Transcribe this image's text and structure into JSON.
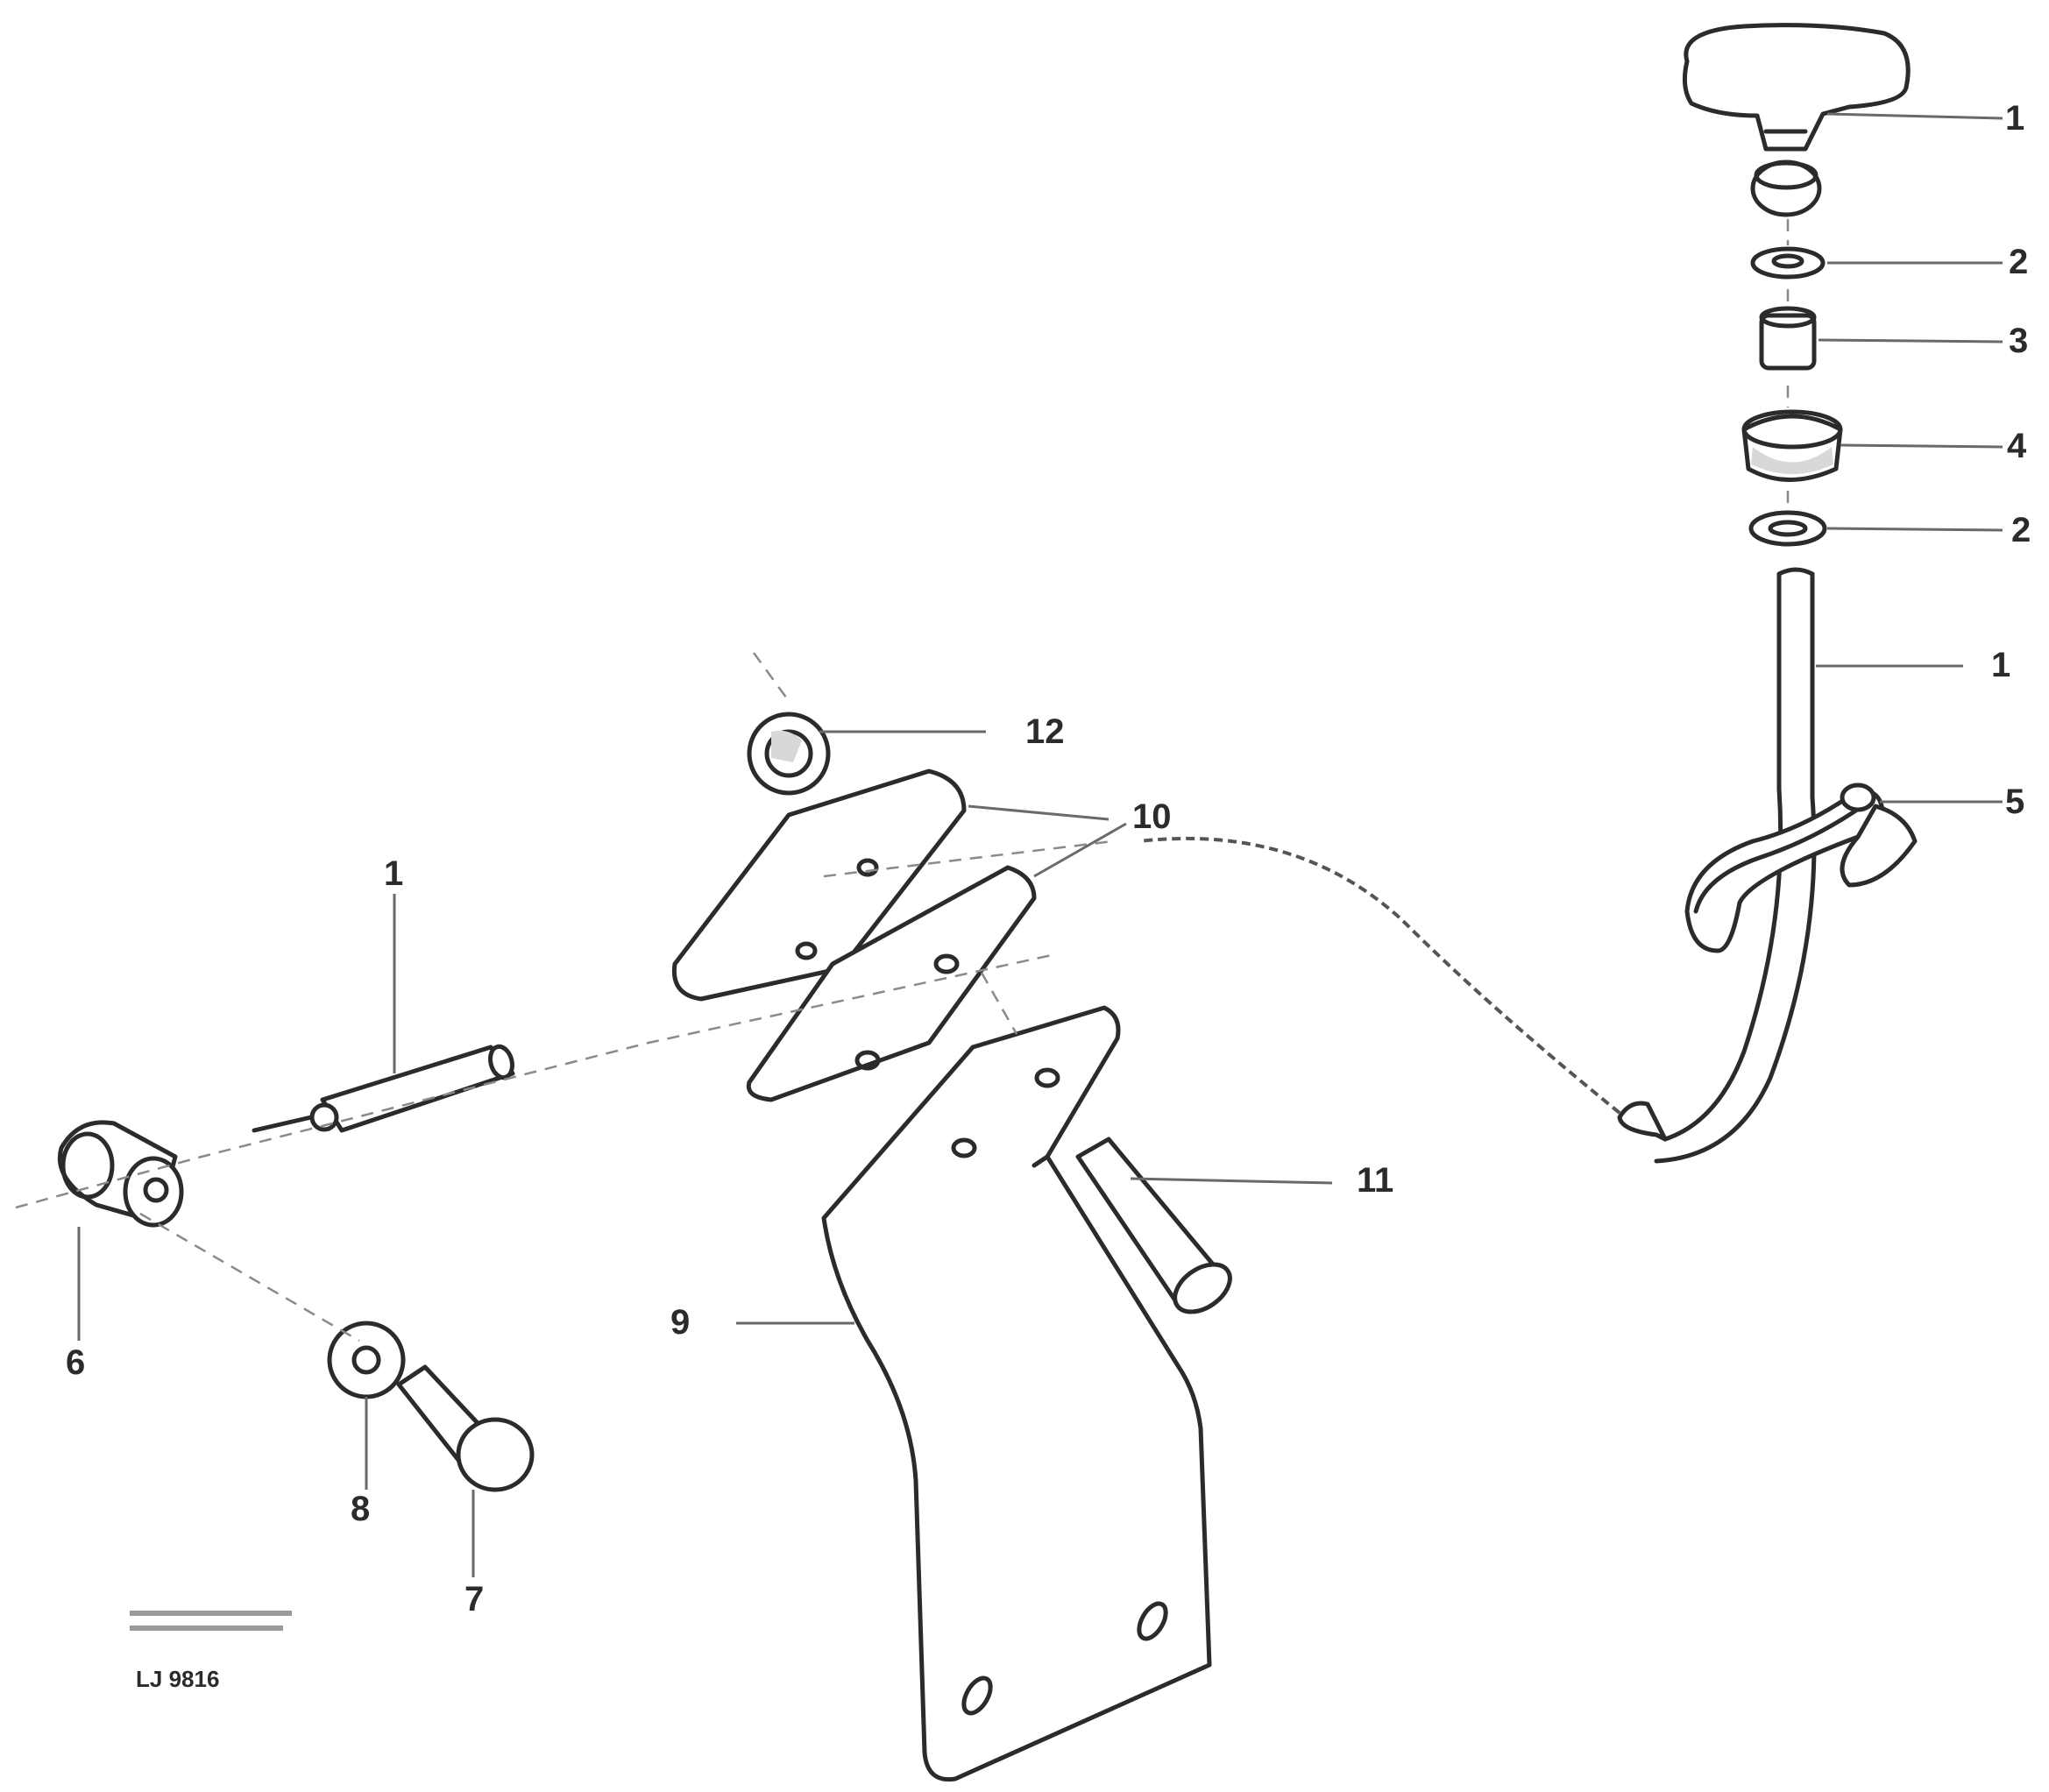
{
  "callouts": {
    "c1_top": "1",
    "c2_top": "2",
    "c3": "3",
    "c4": "4",
    "c2_lower": "2",
    "c1_rod": "1",
    "c5": "5",
    "c12": "12",
    "c10": "10",
    "c1_left": "1",
    "c11": "11",
    "c9": "9",
    "c6": "6",
    "c8": "8",
    "c7": "7"
  },
  "reference": {
    "code": "LJ 9816"
  },
  "icons": {
    "knob": "t-handle-knob-icon",
    "bracket": "mounting-bracket-icon",
    "cable": "control-cable-icon"
  }
}
